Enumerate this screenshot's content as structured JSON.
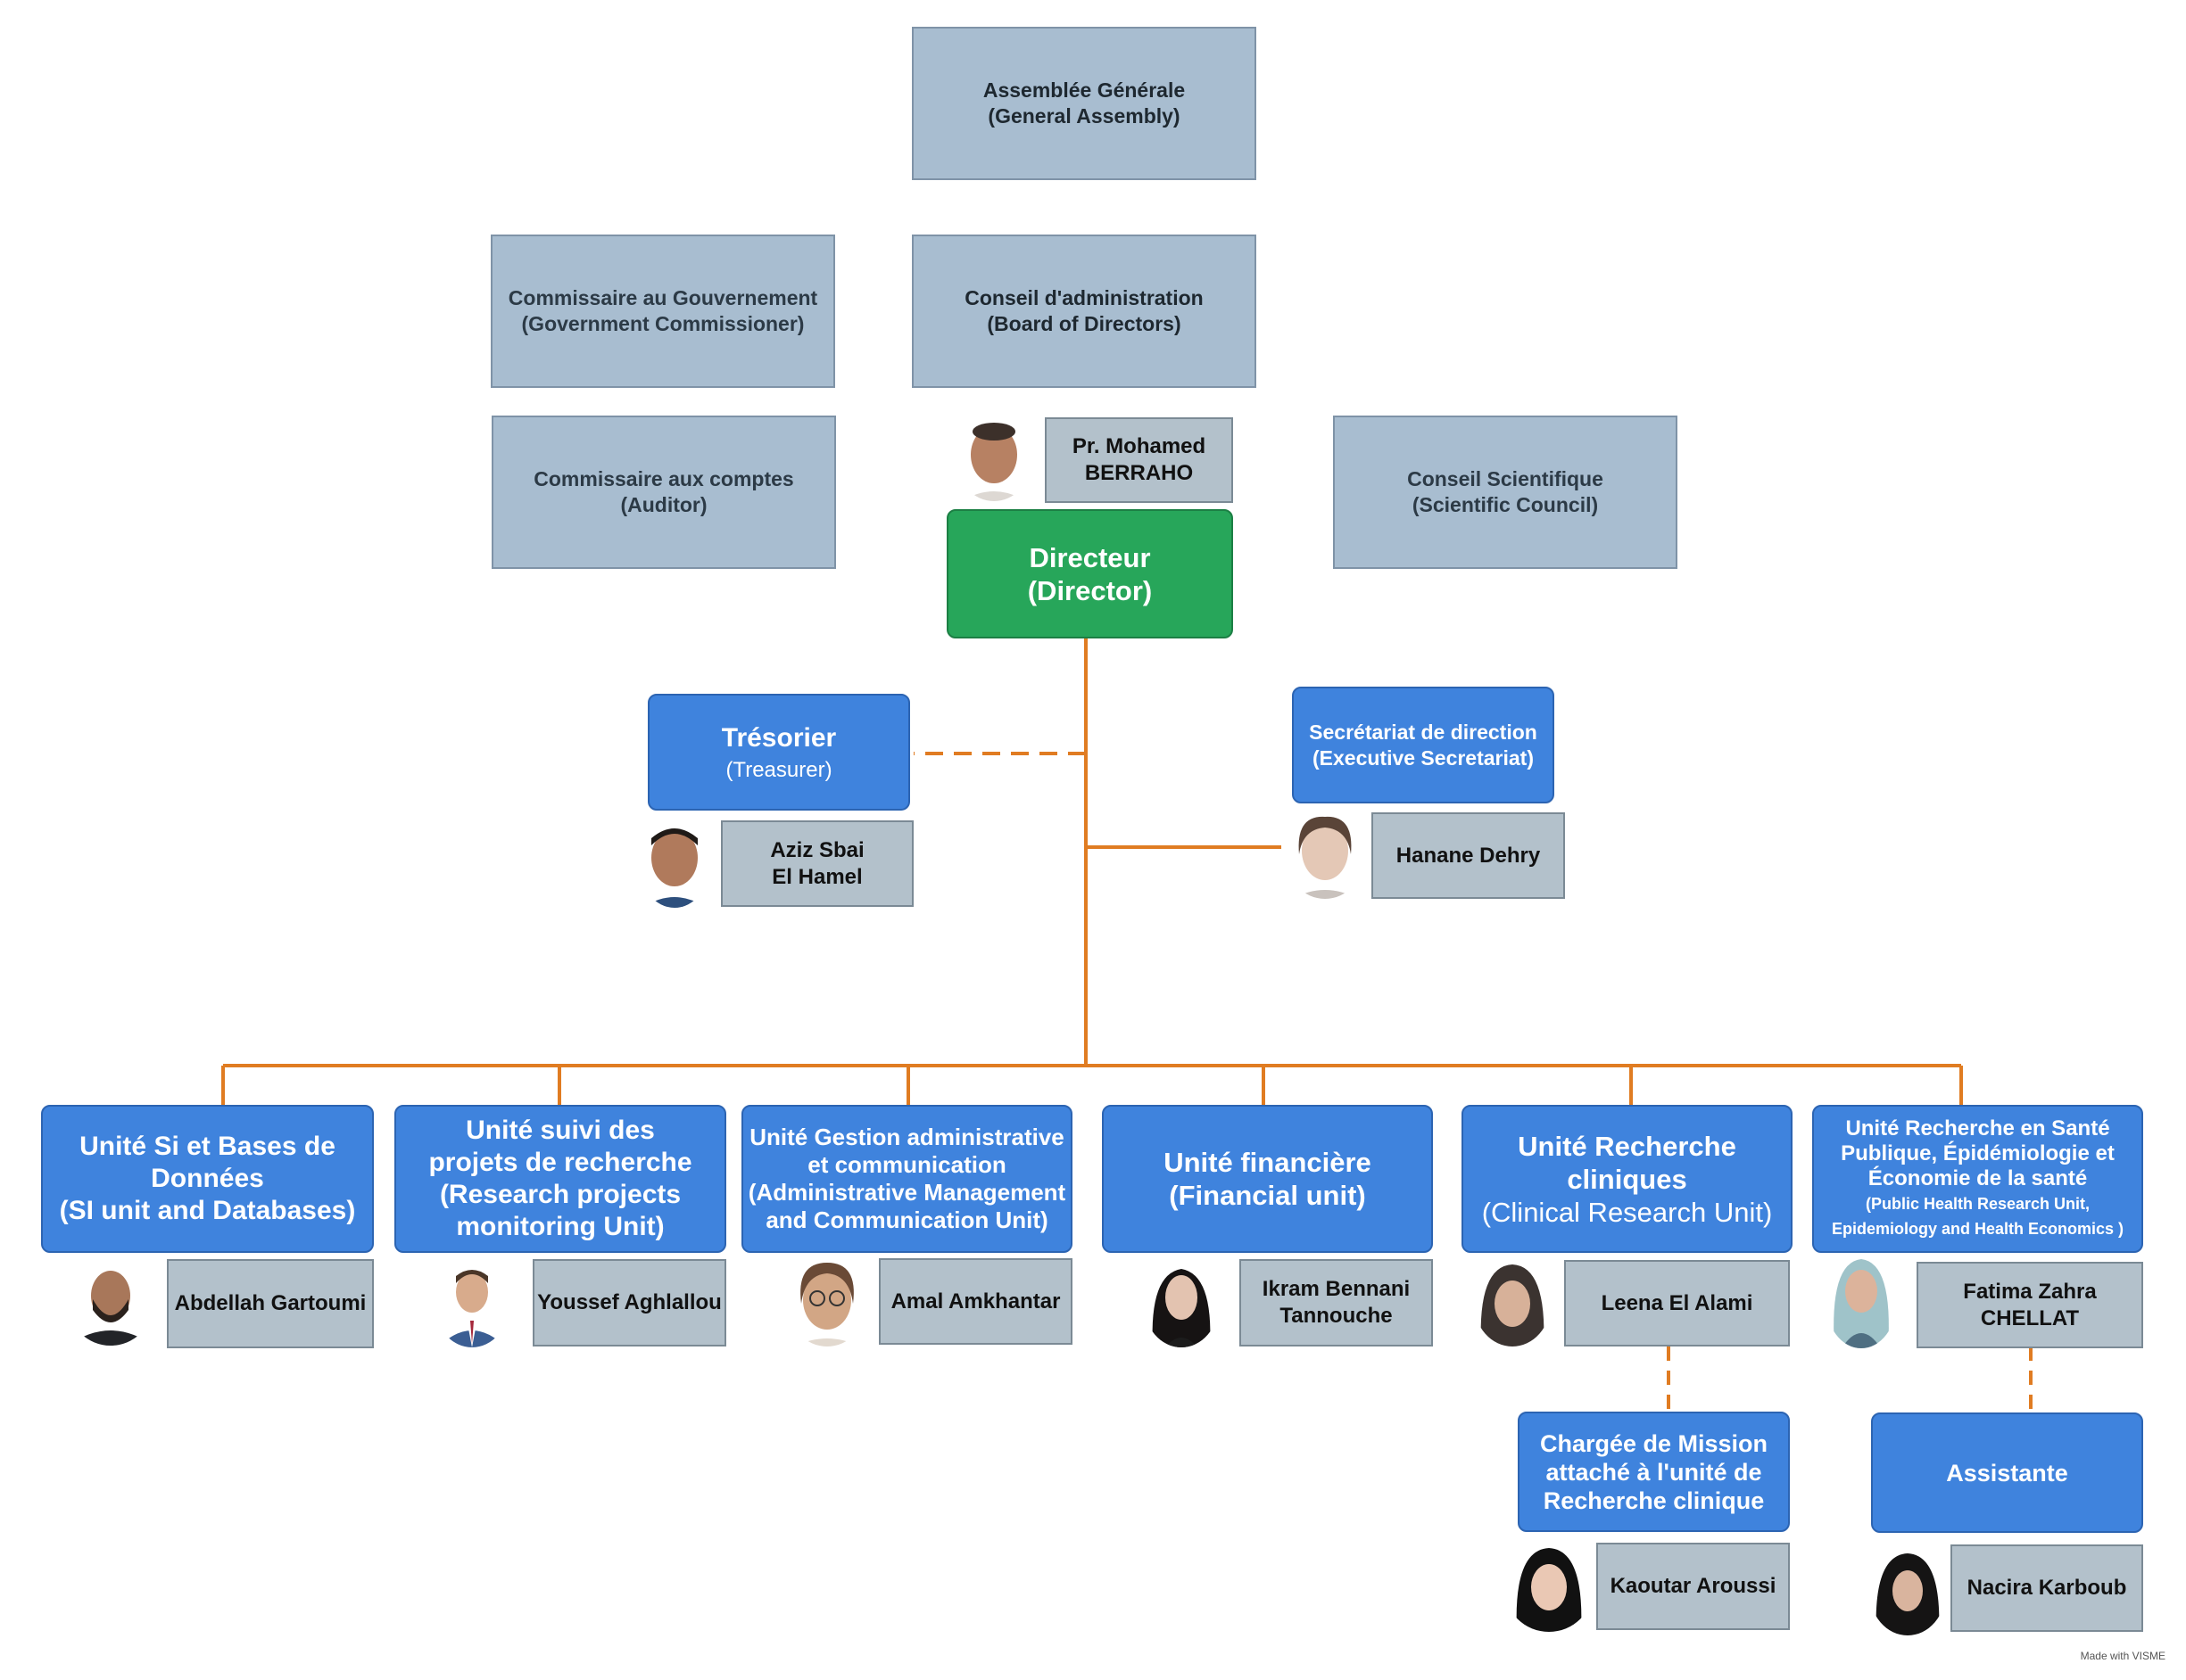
{
  "assembly": {
    "line1": "Assemblée Générale",
    "line2": "(General Assembly)"
  },
  "gov_commissioner": {
    "line1": "Commissaire au Gouvernement",
    "line2": "(Government Commissioner)"
  },
  "board": {
    "line1": "Conseil d'administration",
    "line2": "(Board of Directors)"
  },
  "auditor": {
    "line1": "Commissaire aux comptes",
    "line2": "(Auditor)"
  },
  "scientific_council": {
    "line1": "Conseil Scientifique",
    "line2": "(Scientific Council)"
  },
  "director": {
    "line1": "Directeur",
    "line2": "(Director)",
    "person_line1": "Pr. Mohamed",
    "person_line2": "BERRAHO"
  },
  "treasurer": {
    "line1": "Trésorier",
    "line2": "(Treasurer)",
    "person_line1": "Aziz Sbai",
    "person_line2": "El Hamel"
  },
  "secretariat": {
    "line1": "Secrétariat de direction",
    "line2": "(Executive Secretariat)",
    "person": "Hanane Dehry"
  },
  "units": [
    {
      "line1": "Unité Si et Bases de",
      "line2": "Données",
      "line3": "(SI unit and Databases)",
      "person": "Abdellah Gartoumi"
    },
    {
      "line1": "Unité suivi des",
      "line2": "projets de recherche",
      "line3": "(Research projects",
      "line4": "monitoring Unit)",
      "person": "Youssef Aghlallou"
    },
    {
      "line1": "Unité Gestion administrative",
      "line2": "et communication",
      "line3": "(Administrative Management",
      "line4": "and Communication Unit)",
      "person": "Amal Amkhantar"
    },
    {
      "line1": "Unité financière",
      "line2": "(Financial unit)",
      "person_line1": "Ikram Bennani",
      "person_line2": "Tannouche"
    },
    {
      "line1": "Unité Recherche",
      "line2": "cliniques",
      "line3": "(Clinical Research Unit)",
      "person": "Leena El Alami"
    },
    {
      "line1": "Unité Recherche en Santé",
      "line2": "Publique, Épidémiologie et",
      "line3": "Économie de la santé",
      "line4": "(Public Health Research Unit,",
      "line5": "Epidemiology and Health Economics )",
      "person_line1": "Fatima Zahra",
      "person_line2": "CHELLAT"
    }
  ],
  "mission": {
    "line1": "Chargée de Mission",
    "line2": "attaché à l'unité de",
    "line3": "Recherche clinique",
    "person": "Kaoutar Aroussi"
  },
  "assistant": {
    "label": "Assistante",
    "person": "Nacira Karboub"
  },
  "credit": "Made with VISME",
  "colors": {
    "connector": "#e07c22",
    "gray_box": "#a8bdd0",
    "name_box": "#b3c1cb",
    "unit_blue": "#3f83dd",
    "director_green": "#27a65a"
  }
}
